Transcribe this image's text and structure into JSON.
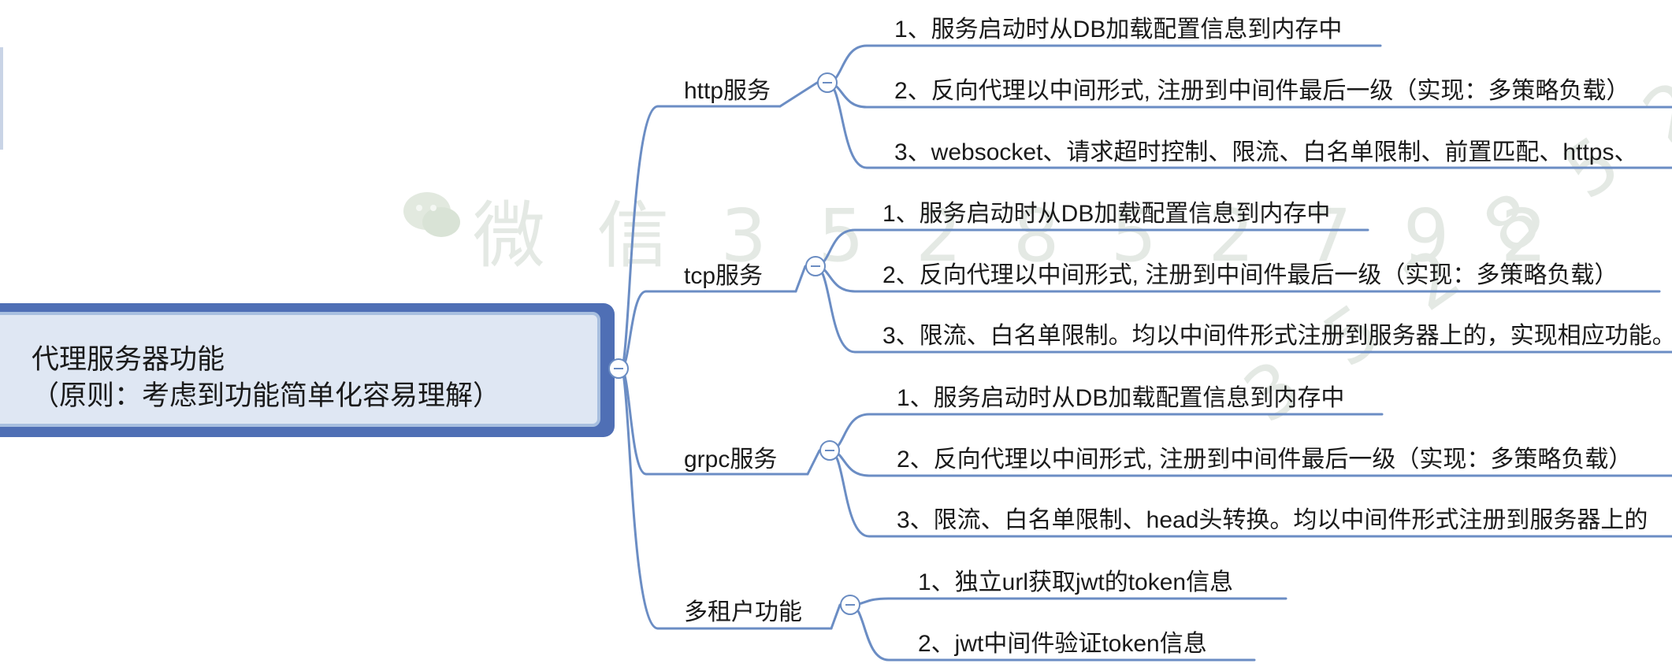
{
  "root": {
    "title": "代理服务器功能",
    "subtitle": "（原则：考虑到功能简单化容易理解）"
  },
  "branches": [
    {
      "label": "http服务",
      "items": [
        "1、服务启动时从DB加载配置信息到内存中",
        "2、反向代理以中间形式, 注册到中间件最后一级（实现：多策略负载）",
        "3、websocket、请求超时控制、限流、白名单限制、前置匹配、https、"
      ]
    },
    {
      "label": "tcp服务",
      "items": [
        "1、服务启动时从DB加载配置信息到内存中",
        "2、反向代理以中间形式, 注册到中间件最后一级（实现：多策略负载）",
        "3、限流、白名单限制。均以中间件形式注册到服务器上的，实现相应功能。"
      ]
    },
    {
      "label": "grpc服务",
      "items": [
        "1、服务启动时从DB加载配置信息到内存中",
        "2、反向代理以中间形式, 注册到中间件最后一级（实现：多策略负载）",
        "3、限流、白名单限制、head头转换。均以中间件形式注册到服务器上的"
      ]
    },
    {
      "label": "多租户功能",
      "items": [
        "1、独立url获取jwt的token信息",
        "2、jwt中间件验证token信息"
      ]
    }
  ],
  "watermark": {
    "text1": "微 信 3 5 2 8 5 2 7 9 2",
    "text2": "3 5 2 8 5 2 7 9"
  },
  "colors": {
    "line": "#6b8dc4",
    "root_border": "#4f6fb5",
    "root_fill": "#dfe7f3"
  }
}
